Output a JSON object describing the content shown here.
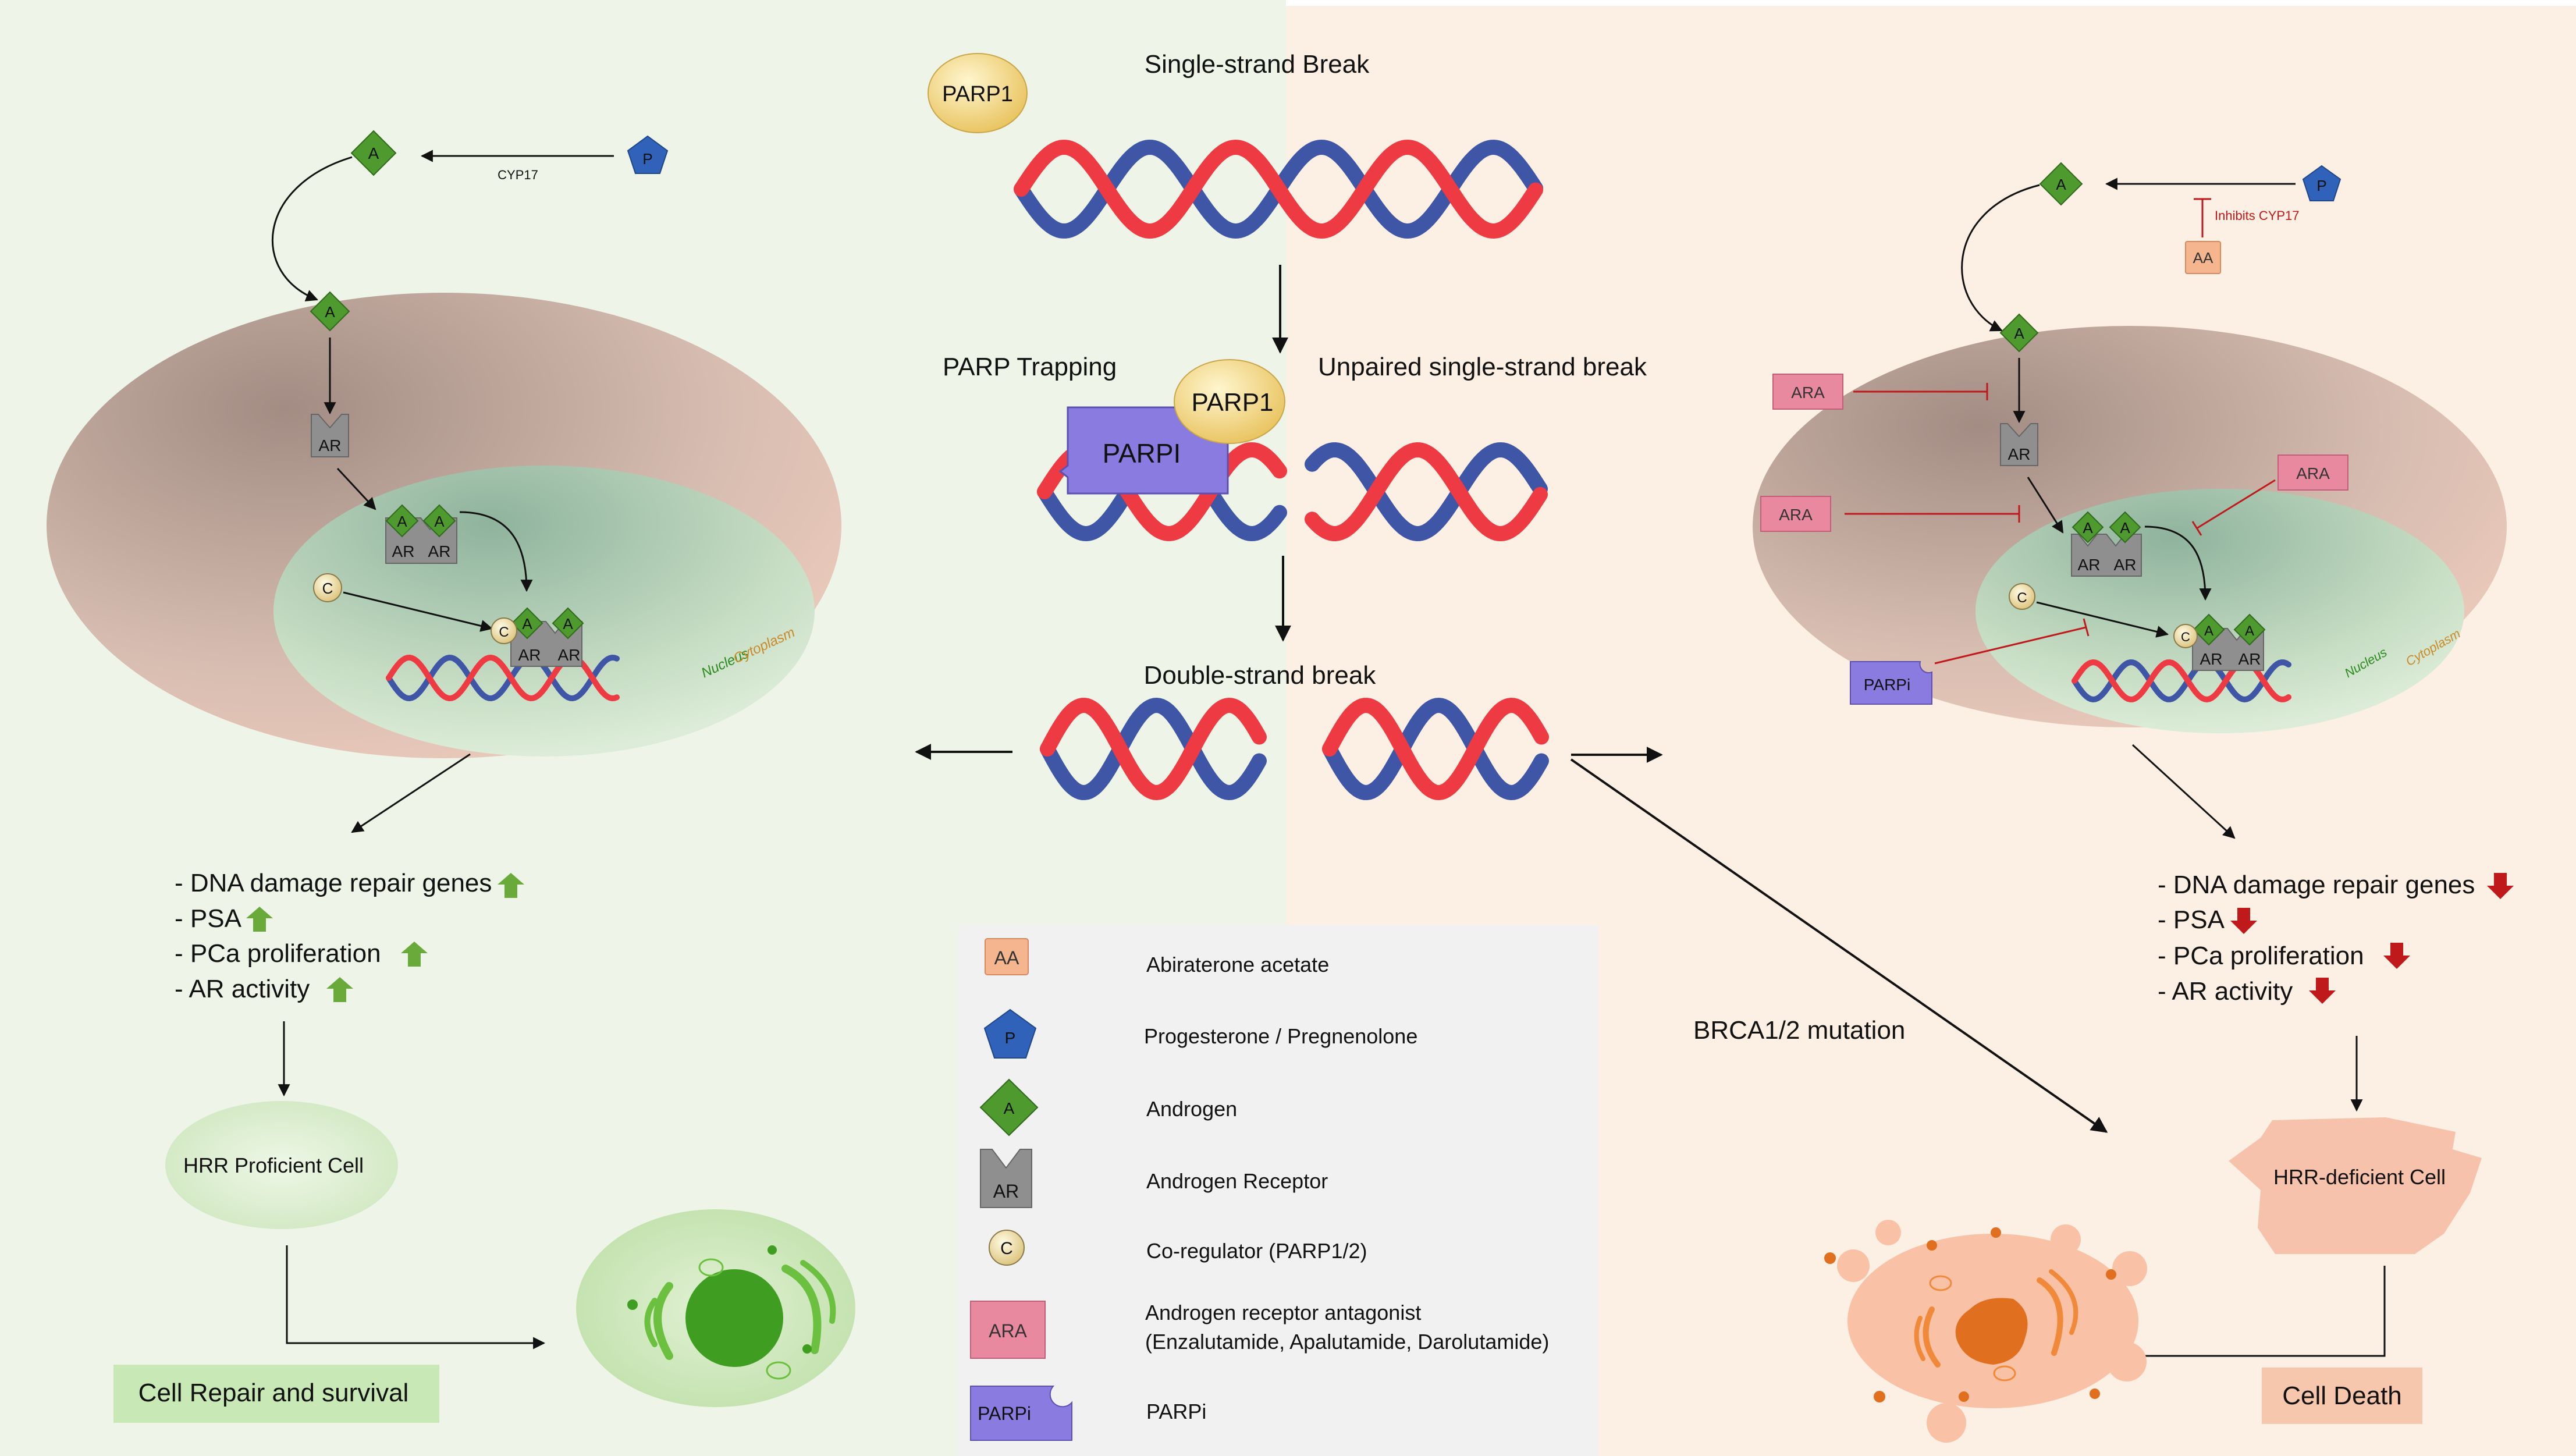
{
  "center": {
    "step1": "Single-strand Break",
    "step2_left": "PARP Trapping",
    "step2_right": "Unpaired single-strand break",
    "step3": "Double-strand break",
    "parp1": "PARP1",
    "parpi_box": "PARPI",
    "brca": "BRCA1/2 mutation"
  },
  "left": {
    "cyp17": "CYP17",
    "nucleus": "Nucleus",
    "cytoplasm": "Cytoplasm",
    "effects": [
      "- DNA damage repair genes",
      "- PSA",
      "- PCa proliferation",
      "- AR activity"
    ],
    "cell": "HRR Proficient Cell",
    "outcome": "Cell Repair and survival"
  },
  "right": {
    "inhibits": "Inhibits CYP17",
    "nucleus": "Nucleus",
    "cytoplasm": "Cytoplasm",
    "effects": [
      "- DNA damage repair genes",
      "- PSA",
      "- PCa proliferation",
      "- AR activity"
    ],
    "cell": "HRR-deficient Cell",
    "outcome": "Cell Death"
  },
  "symbols": {
    "A": "A",
    "P": "P",
    "AR": "AR",
    "C": "C",
    "AA": "AA",
    "ARA": "ARA",
    "PARPi": "PARPi"
  },
  "legend": [
    {
      "symbol": "AA",
      "label": "Abiraterone acetate"
    },
    {
      "symbol": "P",
      "label": "Progesterone / Pregnenolone"
    },
    {
      "symbol": "A",
      "label": "Androgen"
    },
    {
      "symbol": "AR",
      "label": "Androgen Receptor"
    },
    {
      "symbol": "C",
      "label": "Co-regulator (PARP1/2)"
    },
    {
      "symbol": "ARA",
      "label": "Androgen receptor antagonist",
      "label2": "(Enzalutamide, Apalutamide, Darolutamide)"
    },
    {
      "symbol": "PARPi",
      "label": "PARPi"
    }
  ],
  "colors": {
    "left_bg": "#eef5e8",
    "right_bg": "#fcefe4",
    "dna_red": "#ee3a43",
    "dna_blue": "#3f56a6",
    "androgen": "#4e9a2f",
    "progesterone": "#2f62b8",
    "ara": "#e8899f",
    "parpi": "#8a7be0",
    "aa": "#f5b58e",
    "up_arrow": "#6aaa3a",
    "down_arrow": "#c0191c",
    "inhibit": "#c0191c"
  }
}
